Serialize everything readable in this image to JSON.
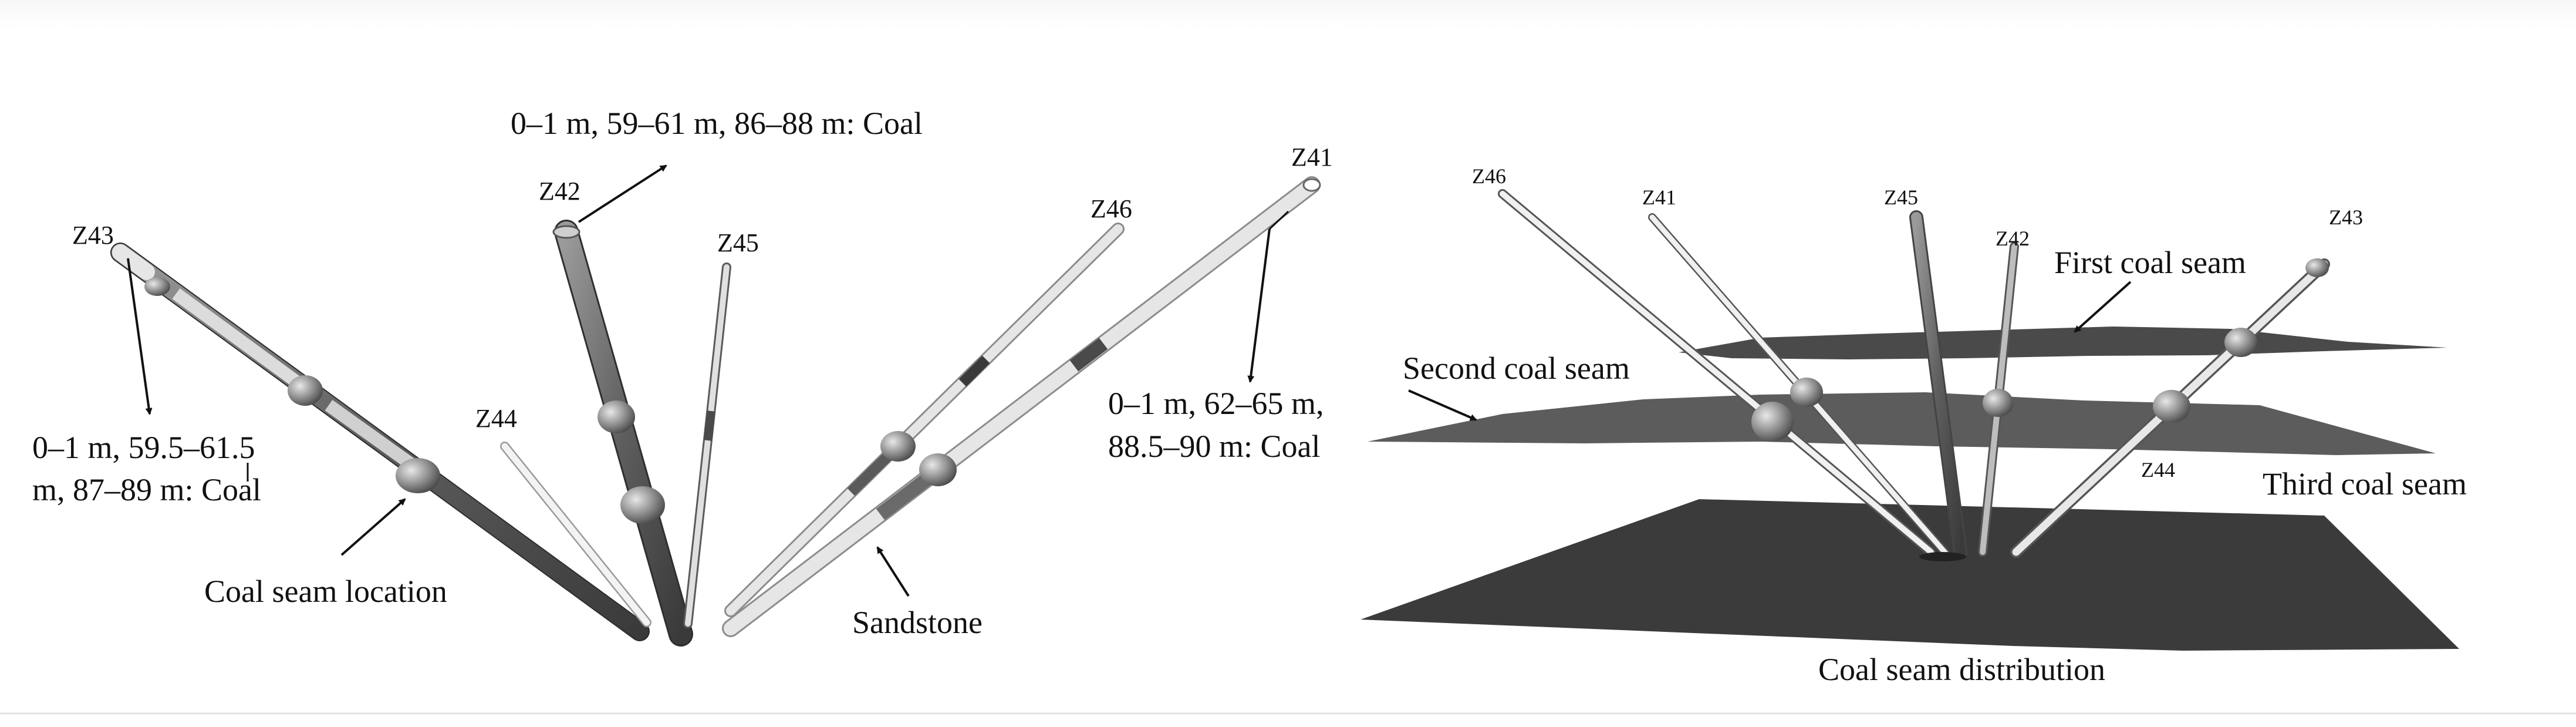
{
  "left_panel": {
    "wells": {
      "z43": "Z43",
      "z42": "Z42",
      "z45": "Z45",
      "z44": "Z44",
      "z46": "Z46",
      "z41": "Z41"
    },
    "annotations": {
      "z42_coal": "0–1 m, 59–61 m, 86–88 m: Coal",
      "z43_coal_line1": "0–1 m, 59.5–61.5",
      "z43_coal_line2": "m, 87–89 m: Coal",
      "z41_coal_line1": "0–1 m, 62–65 m,",
      "z41_coal_line2": "88.5–90 m: Coal",
      "coal_seam_location": "Coal seam location",
      "sandstone": "Sandstone"
    }
  },
  "right_panel": {
    "wells": {
      "z46": "Z46",
      "z41": "Z41",
      "z45": "Z45",
      "z42": "Z42",
      "z43": "Z43",
      "z44": "Z44"
    },
    "labels": {
      "first_coal_seam": "First coal seam",
      "second_coal_seam": "Second coal seam",
      "third_coal_seam": "Third coal seam",
      "caption": "Coal seam distribution"
    }
  },
  "colors": {
    "background": "#ffffff",
    "coal_seam_fill": "#4a4a4a",
    "third_seam_fill": "#3d3d3d",
    "pipe_light": "#f2f2f2",
    "pipe_dark": "#5a5a5a",
    "text": "#111111"
  }
}
